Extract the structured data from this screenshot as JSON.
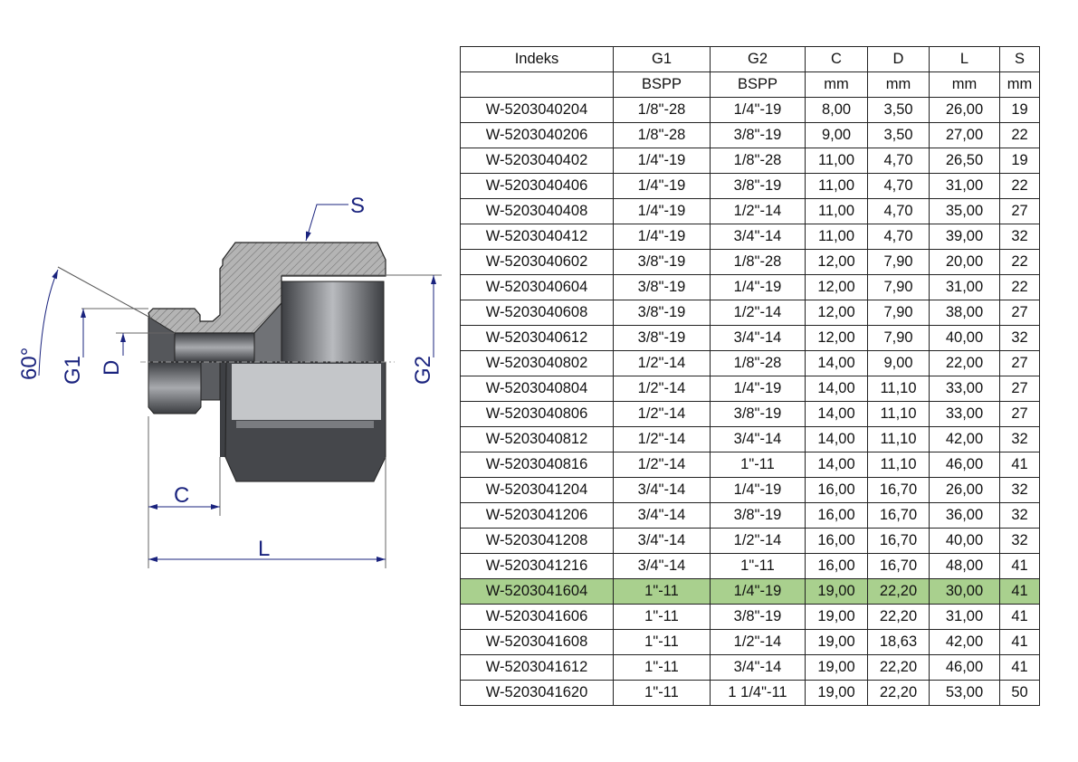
{
  "drawing": {
    "labels": {
      "S": "S",
      "G1": "G1",
      "D": "D",
      "G2": "G2",
      "C": "C",
      "L": "L",
      "angle": "60°"
    },
    "colors": {
      "dimension": "#1a237e",
      "body": "#4a4c50",
      "hatch": "#a0a0a0"
    }
  },
  "table": {
    "headers": [
      "Indeks",
      "G1",
      "G2",
      "C",
      "D",
      "L",
      "S"
    ],
    "units": [
      "",
      "BSPP",
      "BSPP",
      "mm",
      "mm",
      "mm",
      "mm"
    ],
    "highlight_color": "#a9d08e",
    "highlighted_row": "W-5203041604",
    "rows": [
      [
        "W-5203040204",
        "1/8\"-28",
        "1/4\"-19",
        "8,00",
        "3,50",
        "26,00",
        "19"
      ],
      [
        "W-5203040206",
        "1/8\"-28",
        "3/8\"-19",
        "9,00",
        "3,50",
        "27,00",
        "22"
      ],
      [
        "W-5203040402",
        "1/4\"-19",
        "1/8\"-28",
        "11,00",
        "4,70",
        "26,50",
        "19"
      ],
      [
        "W-5203040406",
        "1/4\"-19",
        "3/8\"-19",
        "11,00",
        "4,70",
        "31,00",
        "22"
      ],
      [
        "W-5203040408",
        "1/4\"-19",
        "1/2\"-14",
        "11,00",
        "4,70",
        "35,00",
        "27"
      ],
      [
        "W-5203040412",
        "1/4\"-19",
        "3/4\"-14",
        "11,00",
        "4,70",
        "39,00",
        "32"
      ],
      [
        "W-5203040602",
        "3/8\"-19",
        "1/8\"-28",
        "12,00",
        "7,90",
        "20,00",
        "22"
      ],
      [
        "W-5203040604",
        "3/8\"-19",
        "1/4\"-19",
        "12,00",
        "7,90",
        "31,00",
        "22"
      ],
      [
        "W-5203040608",
        "3/8\"-19",
        "1/2\"-14",
        "12,00",
        "7,90",
        "38,00",
        "27"
      ],
      [
        "W-5203040612",
        "3/8\"-19",
        "3/4\"-14",
        "12,00",
        "7,90",
        "40,00",
        "32"
      ],
      [
        "W-5203040802",
        "1/2\"-14",
        "1/8\"-28",
        "14,00",
        "9,00",
        "22,00",
        "27"
      ],
      [
        "W-5203040804",
        "1/2\"-14",
        "1/4\"-19",
        "14,00",
        "11,10",
        "33,00",
        "27"
      ],
      [
        "W-5203040806",
        "1/2\"-14",
        "3/8\"-19",
        "14,00",
        "11,10",
        "33,00",
        "27"
      ],
      [
        "W-5203040812",
        "1/2\"-14",
        "3/4\"-14",
        "14,00",
        "11,10",
        "42,00",
        "32"
      ],
      [
        "W-5203040816",
        "1/2\"-14",
        "1\"-11",
        "14,00",
        "11,10",
        "46,00",
        "41"
      ],
      [
        "W-5203041204",
        "3/4\"-14",
        "1/4\"-19",
        "16,00",
        "16,70",
        "26,00",
        "32"
      ],
      [
        "W-5203041206",
        "3/4\"-14",
        "3/8\"-19",
        "16,00",
        "16,70",
        "36,00",
        "32"
      ],
      [
        "W-5203041208",
        "3/4\"-14",
        "1/2\"-14",
        "16,00",
        "16,70",
        "40,00",
        "32"
      ],
      [
        "W-5203041216",
        "3/4\"-14",
        "1\"-11",
        "16,00",
        "16,70",
        "48,00",
        "41"
      ],
      [
        "W-5203041604",
        "1\"-11",
        "1/4\"-19",
        "19,00",
        "22,20",
        "30,00",
        "41"
      ],
      [
        "W-5203041606",
        "1\"-11",
        "3/8\"-19",
        "19,00",
        "22,20",
        "31,00",
        "41"
      ],
      [
        "W-5203041608",
        "1\"-11",
        "1/2\"-14",
        "19,00",
        "18,63",
        "42,00",
        "41"
      ],
      [
        "W-5203041612",
        "1\"-11",
        "3/4\"-14",
        "19,00",
        "22,20",
        "46,00",
        "41"
      ],
      [
        "W-5203041620",
        "1\"-11",
        "1 1/4\"-11",
        "19,00",
        "22,20",
        "53,00",
        "50"
      ]
    ]
  }
}
